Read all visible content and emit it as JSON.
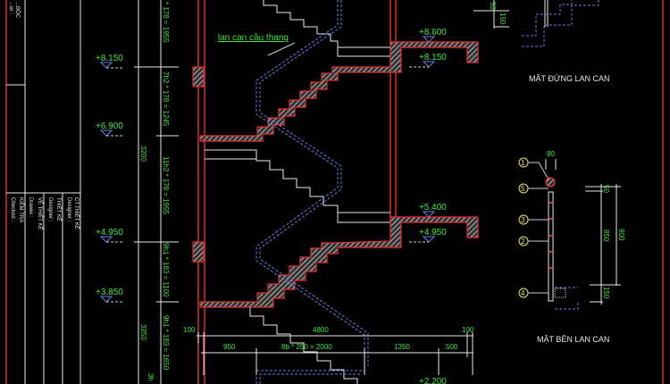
{
  "title_block": {
    "top_partial": [
      "...BỘC",
      "...er :"
    ],
    "rows": [
      "CT.THIẾT KẾ",
      "Designer :",
      "THIẾT KẾ",
      "Designer :",
      "VẼ THIẾT KẾ",
      "Drawer :",
      "KIỂM TRA",
      "Checked :"
    ]
  },
  "elevations_left": [
    "+8.150",
    "+6.900",
    "+4.950",
    "+3.850"
  ],
  "elevations_right": [
    "+8.600",
    "+8.150",
    "+5.400",
    "+4.950",
    "+2.200"
  ],
  "vertical_dims": [
    "* 178 = 1955",
    "7h2 * 178 = 1245",
    "11h2 * 178 = 1955",
    "9h1 * 183 = 1100",
    "9h1 * 183 = 1650"
  ],
  "floor_heights": [
    "3200",
    "3250",
    "3h"
  ],
  "label_railing": "lan can cầu thang",
  "bottom_dims": {
    "row1": [
      "100",
      "4800",
      "100"
    ],
    "row2": [
      "950",
      "8b * 250 = 2000",
      "1350",
      "500"
    ]
  },
  "detail_top_dims": [
    "50",
    "150"
  ],
  "elevation_view_title": "MẶT ĐỨNG LAN CAN",
  "side_view_title": "MẶT BÊN LAN CAN",
  "side_view_dims": [
    "80",
    "50",
    "850",
    "900",
    "150"
  ],
  "callouts": [
    "1",
    "5",
    "3",
    "2",
    "4"
  ],
  "colors": {
    "background": "#000000",
    "wall": "#e53030",
    "dimension_text": "#39e639",
    "railing": "#6a7ae0",
    "lines": "#e8e8e8",
    "callout": "#e8e84a"
  }
}
